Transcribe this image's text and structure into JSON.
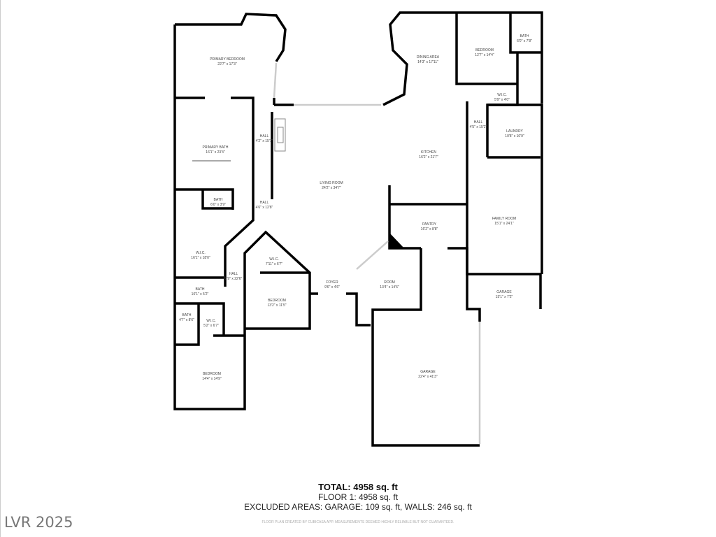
{
  "rooms": [
    {
      "name": "PRIMARY BEDROOM",
      "dims": "22'7\" x 17'3\""
    },
    {
      "name": "PRIMARY BATH",
      "dims": "16'1\" x 23'4\""
    },
    {
      "name": "HALL",
      "dims": "4'2\" x 15'7\""
    },
    {
      "name": "BATH",
      "dims": "6'0\" x 3'9\""
    },
    {
      "name": "HALL",
      "dims": "4'6\" x 12'8\""
    },
    {
      "name": "LIVING ROOM",
      "dims": "24'2\" x 34'7\""
    },
    {
      "name": "W.I.C.",
      "dims": "16'1\" x 18'0\""
    },
    {
      "name": "HALL",
      "dims": "7'9\" x 22'6\""
    },
    {
      "name": "W.I.C.",
      "dims": "7'11\" x 6'7\""
    },
    {
      "name": "BATH",
      "dims": "10'1\" x 5'2\""
    },
    {
      "name": "BEDROOM",
      "dims": "13'2\" x 11'5\""
    },
    {
      "name": "FOYER",
      "dims": "9'6\" x 4'6\""
    },
    {
      "name": "BATH",
      "dims": "4'7\" x 8'6\""
    },
    {
      "name": "W.I.C.",
      "dims": "5'2\" x 6'7\""
    },
    {
      "name": "BEDROOM",
      "dims": "14'4\" x 14'9\""
    },
    {
      "name": "DINING AREA",
      "dims": "14'3\" x 17'11\""
    },
    {
      "name": "BEDROOM",
      "dims": "12'7\" x 14'4\""
    },
    {
      "name": "BATH",
      "dims": "6'0\" x 7'8\""
    },
    {
      "name": "W.I.C.",
      "dims": "5'9\" x 4'0\""
    },
    {
      "name": "HALL",
      "dims": "4'5\" x 15'2\""
    },
    {
      "name": "LAUNDRY",
      "dims": "10'8\" x 10'9\""
    },
    {
      "name": "KITCHEN",
      "dims": "16'2\" x 21'7\""
    },
    {
      "name": "PANTRY",
      "dims": "16'2\" x 8'8\""
    },
    {
      "name": "FAMILY ROOM",
      "dims": "15'1\" x 24'1\""
    },
    {
      "name": "ROOM",
      "dims": "13'4\" x 14'6\""
    },
    {
      "name": "GARAGE",
      "dims": "15'1\" x 7'2\""
    },
    {
      "name": "GARAGE",
      "dims": "22'4\" x 41'3\""
    }
  ],
  "summary": {
    "total": "TOTAL: 4958 sq. ft",
    "floor": "FLOOR 1: 4958 sq. ft",
    "excluded": "EXCLUDED AREAS: GARAGE: 109 sq. ft, WALLS: 246 sq. ft",
    "disclaimer": "FLOOR PLAN CREATED BY CUBICASA APP. MEASUREMENTS DEEMED HIGHLY RELIABLE BUT NOT GUARANTEED."
  },
  "watermark": "LVR 2025",
  "colors": {
    "wall": "#000000",
    "window": "#cccccc",
    "text": "#444444"
  }
}
